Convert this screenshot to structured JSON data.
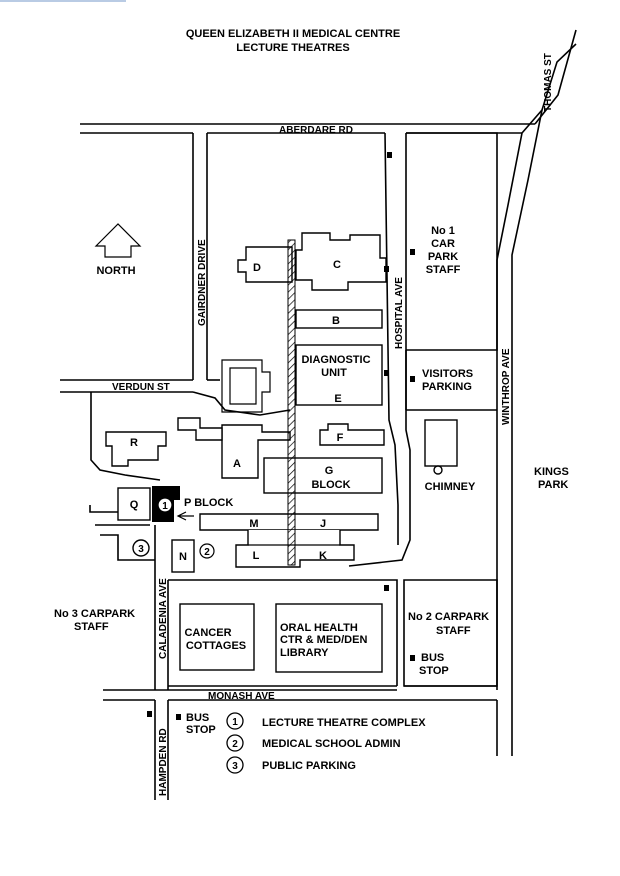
{
  "title": {
    "line1": "QUEEN ELIZABETH II MEDICAL CENTRE",
    "line2": "LECTURE THEATRES"
  },
  "streets": {
    "aberdare": "ABERDARE RD",
    "thomas": "THOMAS ST",
    "gairdner": "GAIRDNER DRIVE",
    "hospital": "HOSPITAL AVE",
    "winthrop": "WINTHROP AVE",
    "verdun": "VERDUN ST",
    "caladenia": "CALADENIA AVE",
    "monash": "MONASH AVE",
    "hampden": "HAMPDEN RD"
  },
  "north": "NORTH",
  "buildings": {
    "a": "A",
    "b": "B",
    "c": "C",
    "d": "D",
    "e": "E",
    "f": "F",
    "g": [
      "G",
      "BLOCK"
    ],
    "j": "J",
    "k": "K",
    "l": "L",
    "m": "M",
    "n": "N",
    "q": "Q",
    "r": "R",
    "diagnostic": [
      "DIAGNOSTIC",
      "UNIT"
    ],
    "p_block": "P BLOCK",
    "cancer": [
      "CANCER",
      "COTTAGES"
    ],
    "oral": [
      "ORAL HEALTH",
      "CTR & MED/DEN",
      "LIBRARY"
    ],
    "chimney": "CHIMNEY"
  },
  "parking": {
    "no1": [
      "No 1",
      "CAR",
      "PARK",
      "STAFF"
    ],
    "visitors": [
      "VISITORS",
      "PARKING"
    ],
    "no2": [
      "No 2 CARPARK",
      "STAFF"
    ],
    "no3": [
      "No 3 CARPARK",
      "STAFF"
    ],
    "bus_stop_right": [
      "BUS",
      "STOP"
    ],
    "bus_stop_left": [
      "BUS",
      "STOP"
    ]
  },
  "kings_park": [
    "KINGS",
    "PARK"
  ],
  "markers": {
    "one": "1",
    "two": "2",
    "three": "3"
  },
  "legend": [
    {
      "num": "1",
      "label": "LECTURE THEATRE COMPLEX"
    },
    {
      "num": "2",
      "label": "MEDICAL SCHOOL ADMIN"
    },
    {
      "num": "3",
      "label": "PUBLIC PARKING"
    }
  ]
}
